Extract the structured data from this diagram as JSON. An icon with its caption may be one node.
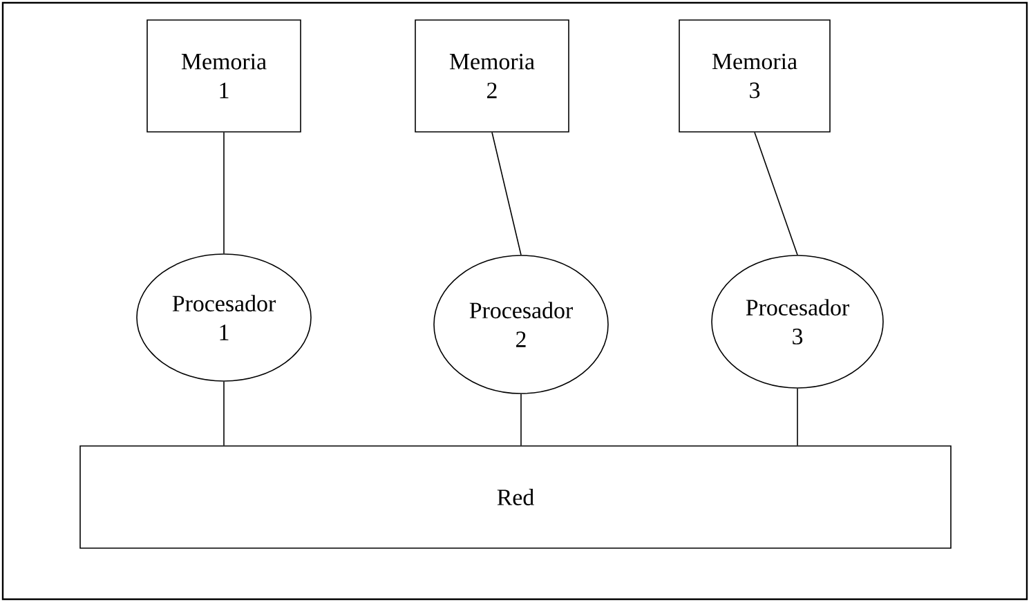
{
  "diagram": {
    "nodes": [
      {
        "text": [
          "Memoria 1"
        ]
      },
      {
        "text": [
          "Memoria 2"
        ]
      },
      {
        "text": [
          "Memoria 3"
        ]
      },
      {
        "text": [
          "Procesador 1"
        ]
      },
      {
        "text": [
          "Procesador 2"
        ]
      },
      {
        "text": [
          "Procesador 3"
        ]
      },
      {
        "text": [
          "Red"
        ]
      }
    ],
    "edges": [
      {
        "from": 0,
        "to": 3,
        "arrow": "none"
      },
      {
        "from": 1,
        "to": 4,
        "arrow": "none"
      },
      {
        "from": 2,
        "to": 5,
        "arrow": "none"
      },
      {
        "from": 3,
        "to": 6,
        "arrow": "none"
      },
      {
        "from": 4,
        "to": 6,
        "arrow": "none"
      },
      {
        "from": 5,
        "to": 6,
        "arrow": "none"
      }
    ]
  }
}
